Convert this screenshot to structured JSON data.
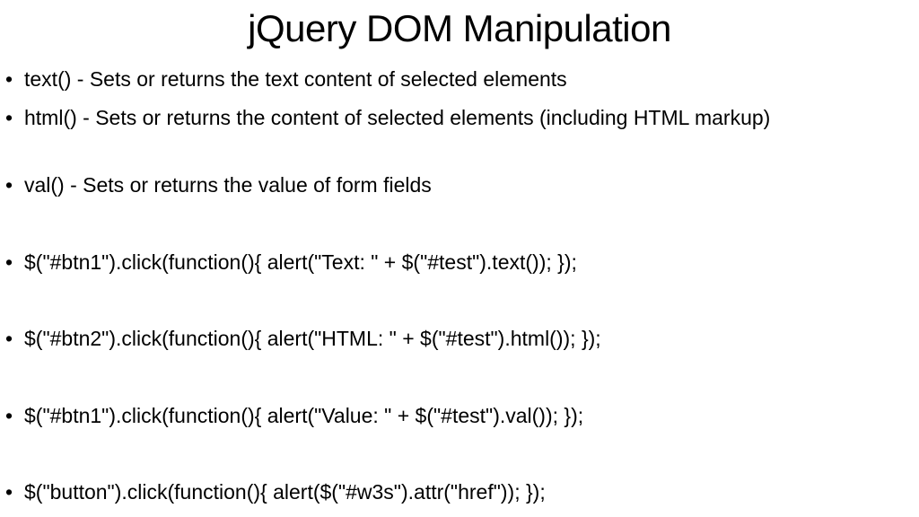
{
  "slide": {
    "title": "jQuery DOM Manipulation",
    "bullet_glyph": "•",
    "bullets": [
      "text() - Sets or returns the text content of selected elements",
      "html() - Sets or returns the content of selected elements (including HTML markup)",
      "val() - Sets or returns the value of form fields",
      "$(\"#btn1\").click(function(){ alert(\"Text: \" + $(\"#test\").text()); });",
      "$(\"#btn2\").click(function(){ alert(\"HTML: \" + $(\"#test\").html()); });",
      "$(\"#btn1\").click(function(){ alert(\"Value: \" + $(\"#test\").val()); });",
      "$(\"button\").click(function(){ alert($(\"#w3s\").attr(\"href\")); });"
    ]
  }
}
